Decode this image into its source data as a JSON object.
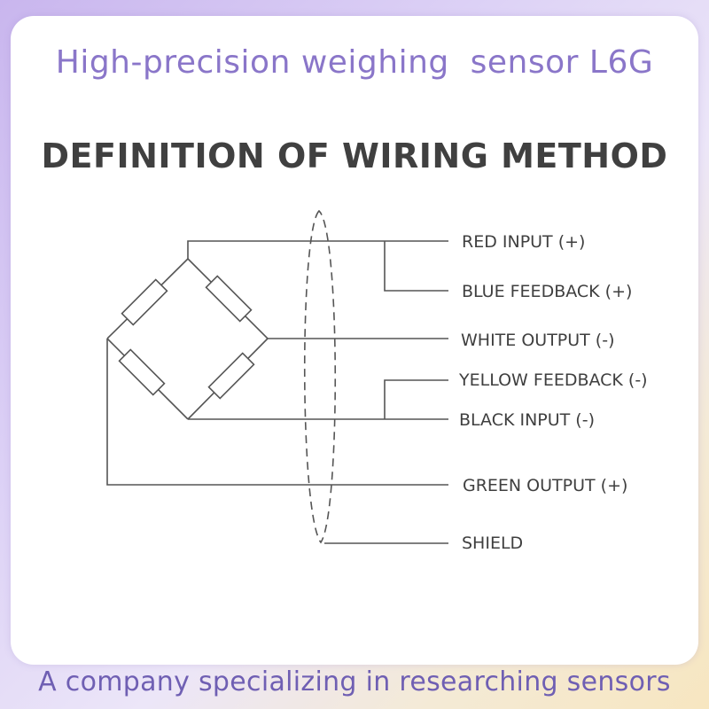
{
  "header": {
    "title": "High-precision weighing  sensor L6G"
  },
  "diagram": {
    "heading": "DEFINITION OF WIRING METHOD",
    "wires": [
      {
        "id": "red",
        "label": "RED INPUT (+)"
      },
      {
        "id": "blue",
        "label": "BLUE FEEDBACK (+)"
      },
      {
        "id": "white",
        "label": "WHITE OUTPUT (-)"
      },
      {
        "id": "yellow",
        "label": "YELLOW FEEDBACK (-)"
      },
      {
        "id": "black",
        "label": "BLACK INPUT (-)"
      },
      {
        "id": "green",
        "label": "GREEN OUTPUT (+)"
      },
      {
        "id": "shield",
        "label": "SHIELD"
      }
    ]
  },
  "footer": {
    "text": "A company specializing in researching sensors"
  },
  "colors": {
    "title": "#8a76c9",
    "heading": "#404040",
    "line": "#555555",
    "footer": "#6f5fb3"
  }
}
